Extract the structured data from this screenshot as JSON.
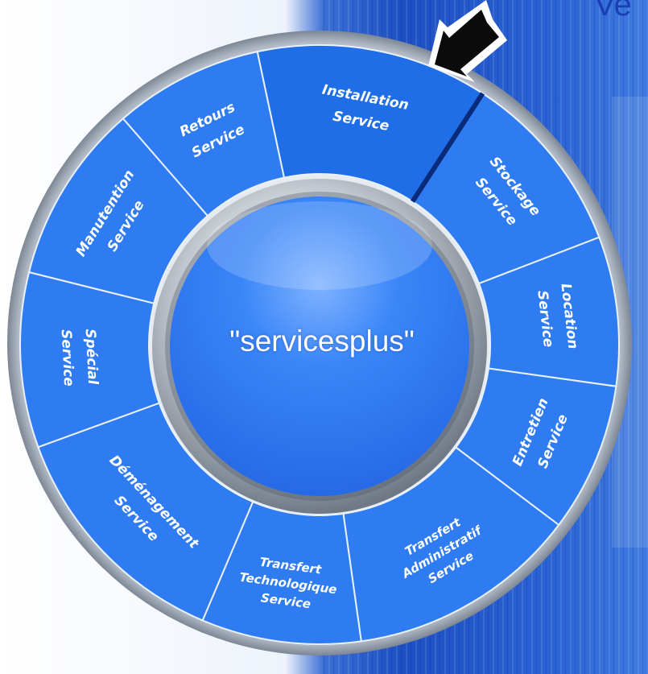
{
  "header": {
    "partial_text": "Ve"
  },
  "wheel": {
    "center_label": "\"servicesplus\"",
    "segments": [
      {
        "id": "installation",
        "lines": [
          "Installation",
          "Service"
        ],
        "active": true
      },
      {
        "id": "stockage",
        "lines": [
          "Stockage",
          "Service"
        ]
      },
      {
        "id": "location",
        "lines": [
          "Location",
          "Service"
        ]
      },
      {
        "id": "entretien",
        "lines": [
          "Entretien",
          "Service"
        ]
      },
      {
        "id": "transfert-admin",
        "lines": [
          "Transfert",
          "Administratif",
          "Service"
        ]
      },
      {
        "id": "transfert-tech",
        "lines": [
          "Transfert",
          "Technologique",
          "Service"
        ]
      },
      {
        "id": "demenagement",
        "lines": [
          "Déménagement",
          "Service"
        ]
      },
      {
        "id": "special",
        "lines": [
          "Spécial",
          "Service"
        ]
      },
      {
        "id": "manutention",
        "lines": [
          "Manutention",
          "Service"
        ]
      },
      {
        "id": "retours",
        "lines": [
          "Retours",
          "Service"
        ]
      }
    ]
  },
  "icons": {
    "pointer": "arrow-pointer-icon"
  },
  "colors": {
    "segment_blue": "#2f7cf2",
    "segment_active": "#1f6ee8",
    "background_blue": "#1f52c6",
    "ring_silver": "#c7cbd1",
    "center_blue": "#2d7af6"
  }
}
